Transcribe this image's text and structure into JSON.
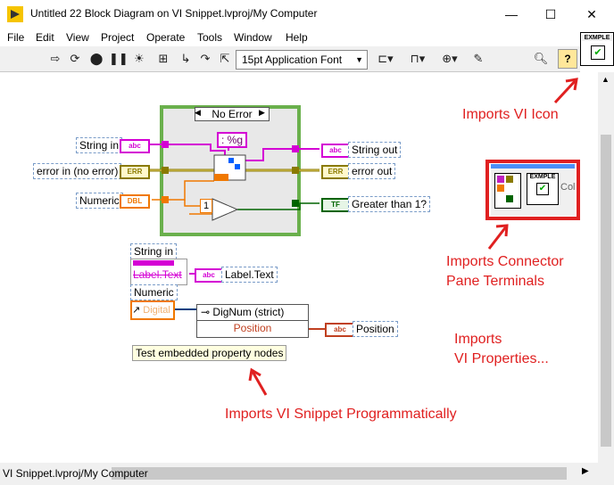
{
  "window": {
    "title": "Untitled 22 Block Diagram on VI Snippet.lvproj/My Computer",
    "minimize": "—",
    "maximize": "☐",
    "close": "✕"
  },
  "menu": [
    "File",
    "Edit",
    "View",
    "Project",
    "Operate",
    "Tools",
    "Window",
    "Help"
  ],
  "toolbar": {
    "font_select": "15pt Application Font",
    "help": "?"
  },
  "vi_icon_label": "EXMPLE",
  "diagram": {
    "case_selector": "No Error",
    "format_string": ": %g",
    "constant_one": "1",
    "controls": {
      "string_in": "String in",
      "error_in": "error in (no error)",
      "numeric": "Numeric"
    },
    "indicators": {
      "string_out": "String out",
      "error_out": "error out",
      "greater": "Greater than 1?"
    },
    "terminal_tags": {
      "abc": "abc",
      "err": "ERR",
      "dbl": "DBL",
      "tf": "TF"
    },
    "prop_string_in": "String in",
    "prop_label_text": "Label.Text",
    "prop_label_text_out": "Label.Text",
    "prop_numeric": "Numeric",
    "prop_digital": "Digital",
    "prop_node_class": "DigNum (strict)",
    "prop_position_item": "Position",
    "prop_position_out": "Position",
    "comment": "Test embedded property nodes"
  },
  "connector_pane_label": "EXMPLE",
  "connector_pane_side_text": "Col",
  "annotations": {
    "vi_icon": "Imports VI Icon",
    "connector_line1": "Imports Connector",
    "connector_line2": "Pane Terminals",
    "properties_line1": "Imports",
    "properties_line2": "VI Properties...",
    "snippet": "Imports VI Snippet Programmatically"
  },
  "status_path": "VI Snippet.lvproj/My Computer",
  "colors": {
    "annotation_red": "#e02020",
    "case_border_green": "#6ab04c",
    "string_pink": "#d400d4",
    "error_olive": "#8a7a00",
    "numeric_orange": "#f07800",
    "boolean_green": "#006400"
  }
}
